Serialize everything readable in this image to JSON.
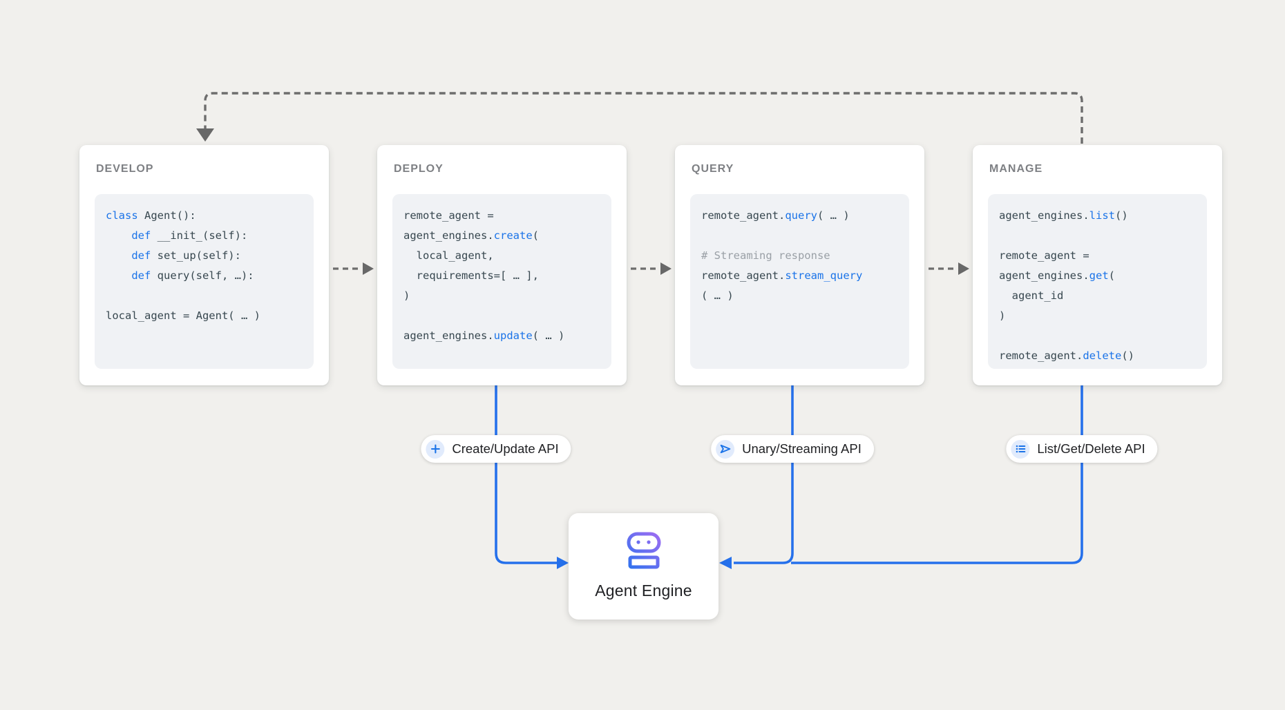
{
  "cards": [
    {
      "title": "DEVELOP",
      "code": [
        [
          {
            "t": "class",
            "c": "kw"
          },
          {
            "t": " Agent():",
            "c": "tx"
          }
        ],
        [
          {
            "t": "    ",
            "c": "tx"
          },
          {
            "t": "def",
            "c": "kw"
          },
          {
            "t": " __init_(self):",
            "c": "tx"
          }
        ],
        [
          {
            "t": "    ",
            "c": "tx"
          },
          {
            "t": "def",
            "c": "kw"
          },
          {
            "t": " set_up(self):",
            "c": "tx"
          }
        ],
        [
          {
            "t": "    ",
            "c": "tx"
          },
          {
            "t": "def",
            "c": "kw"
          },
          {
            "t": " query(self, …):",
            "c": "tx"
          }
        ],
        [],
        [
          {
            "t": "local_agent = Agent( … )",
            "c": "tx"
          }
        ]
      ]
    },
    {
      "title": "DEPLOY",
      "code": [
        [
          {
            "t": "remote_agent =",
            "c": "tx"
          }
        ],
        [
          {
            "t": "agent_engines.",
            "c": "tx"
          },
          {
            "t": "create",
            "c": "kw"
          },
          {
            "t": "(",
            "c": "tx"
          }
        ],
        [
          {
            "t": "  local_agent,",
            "c": "tx"
          }
        ],
        [
          {
            "t": "  requirements=[ … ],",
            "c": "tx"
          }
        ],
        [
          {
            "t": ")",
            "c": "tx"
          }
        ],
        [],
        [
          {
            "t": "agent_engines.",
            "c": "tx"
          },
          {
            "t": "update",
            "c": "kw"
          },
          {
            "t": "( … )",
            "c": "tx"
          }
        ]
      ]
    },
    {
      "title": "QUERY",
      "code": [
        [
          {
            "t": "remote_agent.",
            "c": "tx"
          },
          {
            "t": "query",
            "c": "kw"
          },
          {
            "t": "( … )",
            "c": "tx"
          }
        ],
        [],
        [
          {
            "t": "# Streaming response",
            "c": "cm"
          }
        ],
        [
          {
            "t": "remote_agent.",
            "c": "tx"
          },
          {
            "t": "stream_query",
            "c": "kw"
          }
        ],
        [
          {
            "t": "( … )",
            "c": "tx"
          }
        ]
      ]
    },
    {
      "title": "MANAGE",
      "code": [
        [
          {
            "t": "agent_engines.",
            "c": "tx"
          },
          {
            "t": "list",
            "c": "kw"
          },
          {
            "t": "()",
            "c": "tx"
          }
        ],
        [],
        [
          {
            "t": "remote_agent =",
            "c": "tx"
          }
        ],
        [
          {
            "t": "agent_engines.",
            "c": "tx"
          },
          {
            "t": "get",
            "c": "kw"
          },
          {
            "t": "(",
            "c": "tx"
          }
        ],
        [
          {
            "t": "  agent_id",
            "c": "tx"
          }
        ],
        [
          {
            "t": ")",
            "c": "tx"
          }
        ],
        [],
        [
          {
            "t": "remote_agent.",
            "c": "tx"
          },
          {
            "t": "delete",
            "c": "kw"
          },
          {
            "t": "()",
            "c": "tx"
          }
        ]
      ]
    }
  ],
  "badges": [
    {
      "label": "Create/Update API",
      "icon": "plus-icon"
    },
    {
      "label": "Unary/Streaming API",
      "icon": "send-icon"
    },
    {
      "label": "List/Get/Delete API",
      "icon": "list-icon"
    }
  ],
  "engine": {
    "label": "Agent Engine",
    "icon": "robot-icon"
  },
  "colors": {
    "background": "#f1f0ed",
    "card_background": "#ffffff",
    "code_background": "#f0f2f5",
    "keyword_blue": "#1a73e8",
    "code_text": "#37474f",
    "comment_gray": "#9aa0a6",
    "card_title_gray": "#7e8084",
    "connector_blue": "#2570eb",
    "dashed_gray": "#6d6d6d",
    "badge_icon_circle": "#e1ebfc",
    "label_dark": "#202124",
    "robot_gradient_start": "#2a72ee",
    "robot_gradient_end": "#a46cf2"
  }
}
